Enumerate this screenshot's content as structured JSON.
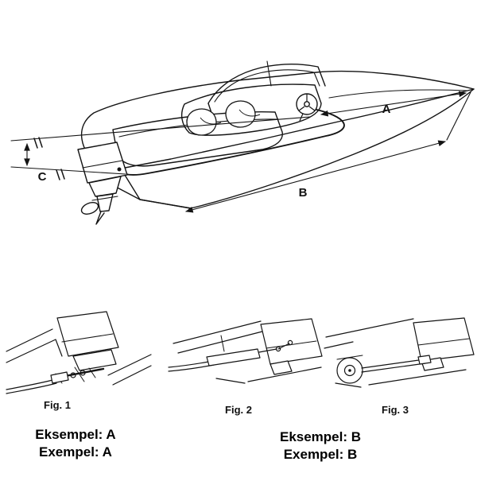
{
  "diagram": {
    "dimensions": {
      "a": "A",
      "b": "B",
      "c": "C"
    },
    "figures": [
      {
        "caption": "Fig. 1"
      },
      {
        "caption": "Fig. 2"
      },
      {
        "caption": "Fig. 3"
      }
    ],
    "examples": [
      {
        "line1": "Eksempel: A",
        "line2": "Exempel: A"
      },
      {
        "line1": "Eksempel: B",
        "line2": "Exempel: B"
      }
    ],
    "line_color": "#141414"
  }
}
